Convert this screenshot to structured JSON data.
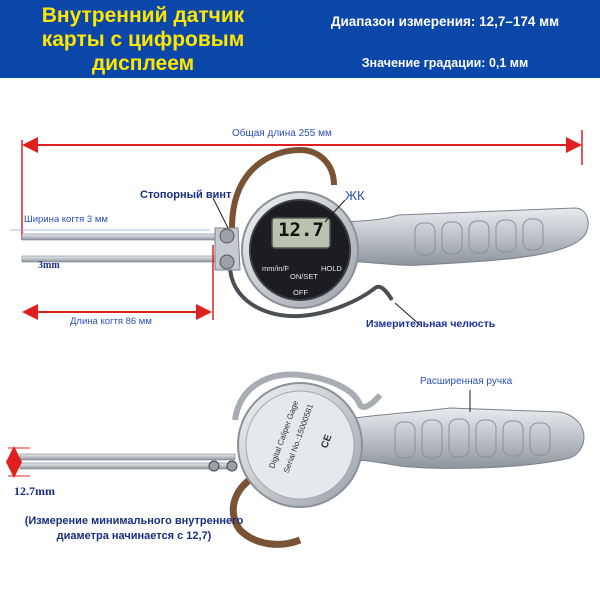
{
  "banner": {
    "title": "Внутренний датчик карты с цифровым дисплеем",
    "range": "Диапазон измерения: 12,7–174 мм",
    "graduation": "Значение градации: 0,1 мм"
  },
  "labels": {
    "total_length": "Общая длина 255 мм",
    "lock_screw": "Стопорный винт",
    "lcd": "ЖК",
    "claw_width": "Ширина когтя 3 мм",
    "claw_gap": "3mm",
    "claw_length": "Длина когтя 86 мм",
    "measuring_jaw": "Измерительная челюсть",
    "extended_handle": "Расширенная ручка",
    "min_diameter": "12.7mm",
    "min_note": "(Измерение минимального внутреннего диаметра начинается с 12,7)"
  },
  "display": {
    "reading": "12.7",
    "btn_unit": "mm/in/F",
    "btn_on": "ON/SET",
    "btn_hold": "HOLD",
    "btn_off": "OFF"
  },
  "back_plate": {
    "line1": "Digital Caliper Gage",
    "line2": "Serial No.:15000581",
    "mark": "CE"
  },
  "colors": {
    "banner_bg": "#0b47a8",
    "title": "#ffe600",
    "dimension_line": "#e02020"
  }
}
